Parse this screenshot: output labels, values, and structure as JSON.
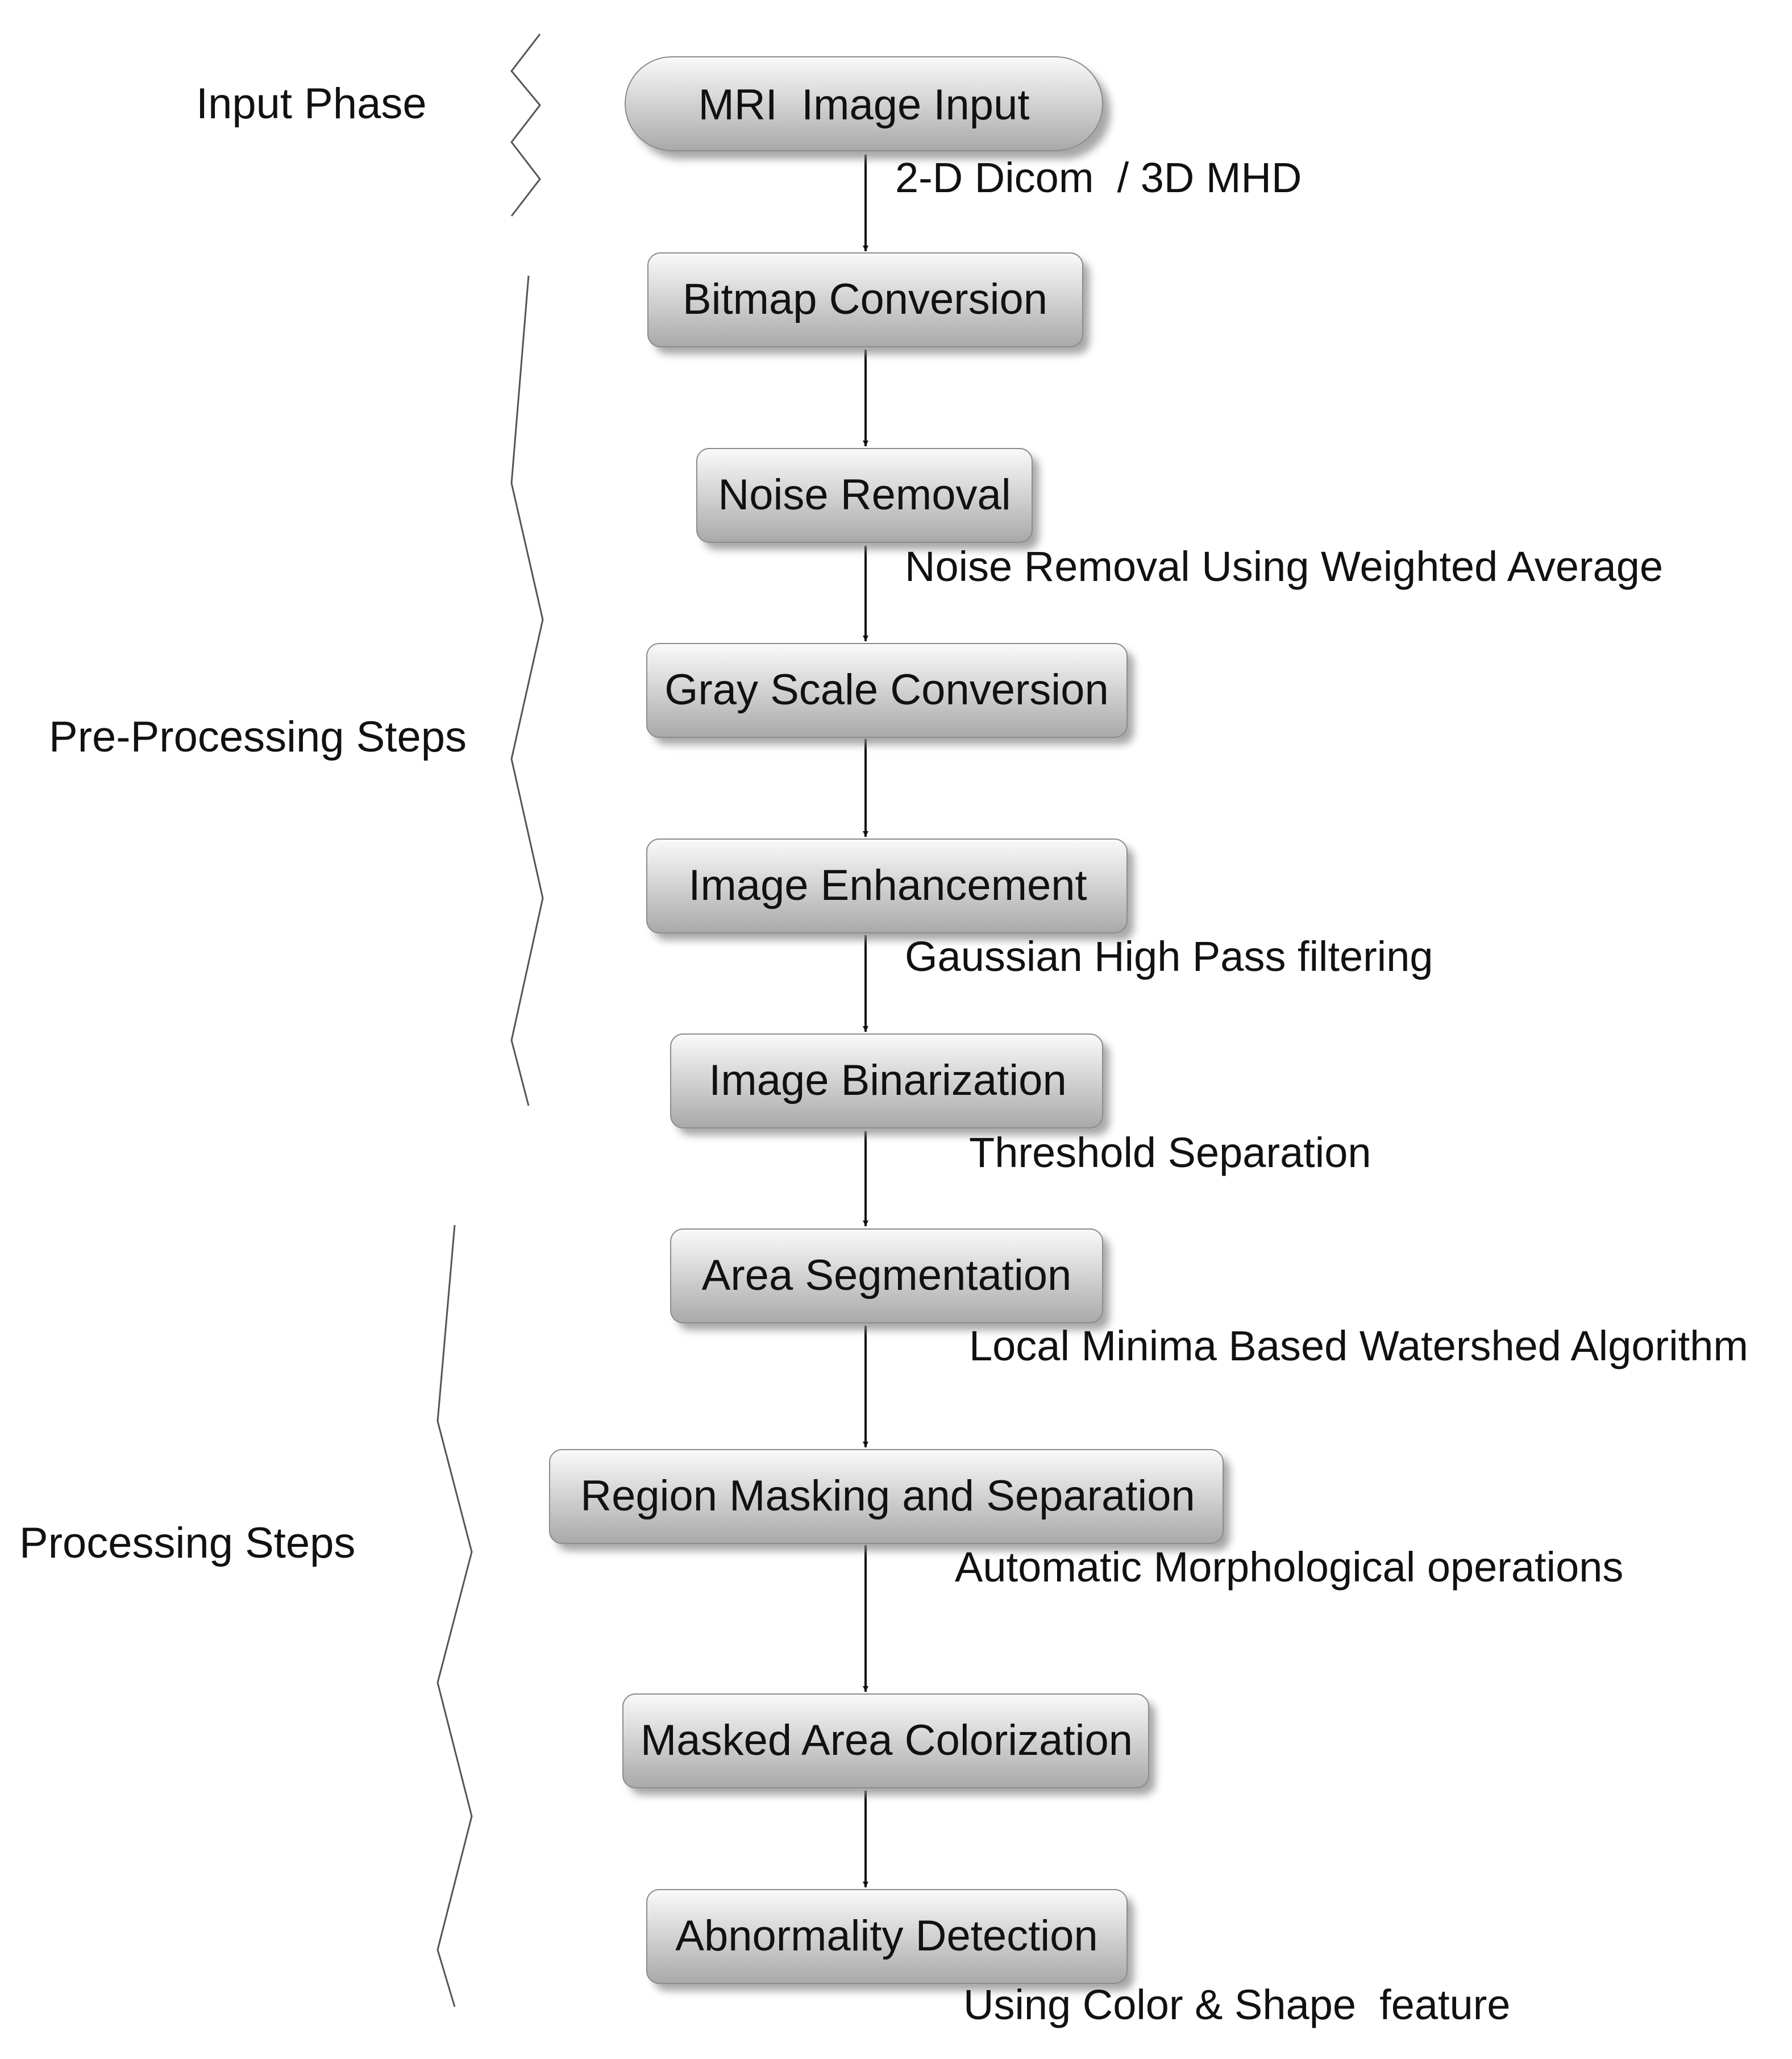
{
  "phases": [
    {
      "id": "input",
      "label": "Input Phase"
    },
    {
      "id": "pre",
      "label": "Pre-Processing Steps"
    },
    {
      "id": "proc",
      "label": "Processing Steps"
    }
  ],
  "steps": [
    {
      "id": "mri-image-input",
      "label": "MRI  Image Input",
      "shape": "rounded"
    },
    {
      "id": "bitmap-conversion",
      "label": "Bitmap Conversion",
      "shape": "box"
    },
    {
      "id": "noise-removal",
      "label": "Noise Removal",
      "shape": "box"
    },
    {
      "id": "gray-scale-conversion",
      "label": "Gray Scale Conversion",
      "shape": "box"
    },
    {
      "id": "image-enhancement",
      "label": "Image Enhancement",
      "shape": "box"
    },
    {
      "id": "image-binarization",
      "label": "Image Binarization",
      "shape": "box"
    },
    {
      "id": "area-segmentation",
      "label": "Area Segmentation",
      "shape": "box"
    },
    {
      "id": "region-masking-and-separation",
      "label": "Region Masking and Separation",
      "shape": "box"
    },
    {
      "id": "masked-area-colorization",
      "label": "Masked Area Colorization",
      "shape": "box"
    },
    {
      "id": "abnormality-detection",
      "label": "Abnormality Detection",
      "shape": "box"
    }
  ],
  "edges": [
    {
      "from": "mri-image-input",
      "to": "bitmap-conversion",
      "note": "2-D Dicom  / 3D MHD"
    },
    {
      "from": "bitmap-conversion",
      "to": "noise-removal",
      "note": ""
    },
    {
      "from": "noise-removal",
      "to": "gray-scale-conversion",
      "note": "Noise Removal Using Weighted Average"
    },
    {
      "from": "gray-scale-conversion",
      "to": "image-enhancement",
      "note": ""
    },
    {
      "from": "image-enhancement",
      "to": "image-binarization",
      "note": "Gaussian High Pass filtering"
    },
    {
      "from": "image-binarization",
      "to": "area-segmentation",
      "note": "Threshold Separation"
    },
    {
      "from": "area-segmentation",
      "to": "region-masking-and-separation",
      "note": "Local Minima Based Watershed Algorithm"
    },
    {
      "from": "region-masking-and-separation",
      "to": "masked-area-colorization",
      "note": "Automatic Morphological operations"
    },
    {
      "from": "masked-area-colorization",
      "to": "abnormality-detection",
      "note": ""
    }
  ],
  "final_note": "Using Color & Shape  feature",
  "colors": {
    "box_light": "#fafafa",
    "box_mid": "#d6d6d6",
    "box_dark": "#a9a9a9",
    "box_stroke": "#8c8c8c",
    "shadow": "#8a8a8a",
    "line": "#111111",
    "brace": "#555555"
  }
}
